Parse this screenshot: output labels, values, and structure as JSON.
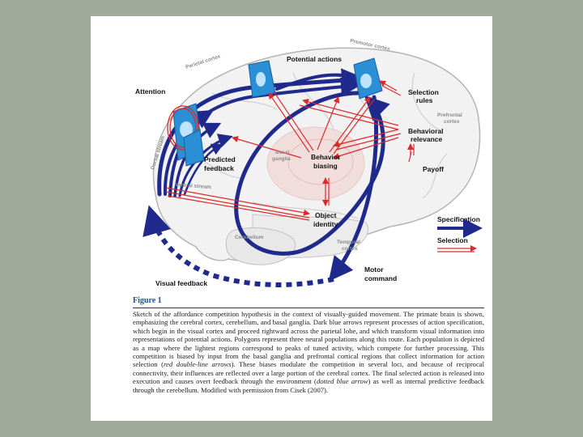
{
  "diagram": {
    "region_labels": {
      "parietal_cortex": "Parietal cortex",
      "premotor_cortex": "Premotor cortex",
      "prefrontal_cortex_1": "Prefrontal",
      "prefrontal_cortex_2": "cortex",
      "dorsal_stream": "Dorsal stream",
      "ventral_stream": "Ventral stream",
      "basal_ganglia_1": "Basal",
      "basal_ganglia_2": "ganglia",
      "cerebellum": "Cerebellum",
      "temporal_cortex_1": "Temporal",
      "temporal_cortex_2": "cortex"
    },
    "node_labels": {
      "attention": "Attention",
      "potential_actions": "Potential actions",
      "selection_rules_1": "Selection",
      "selection_rules_2": "rules",
      "behavioral_relevance_1": "Behavioral",
      "behavioral_relevance_2": "relevance",
      "payoff": "Payoff",
      "predicted_feedback_1": "Predicted",
      "predicted_feedback_2": "feedback",
      "behavior_biasing_1": "Behavior",
      "behavior_biasing_2": "biasing",
      "object_identity_1": "Object",
      "object_identity_2": "identity",
      "visual_feedback": "Visual feedback",
      "motor_command_1": "Motor",
      "motor_command_2": "command"
    },
    "legend": {
      "specification": "Specification",
      "selection": "Selection"
    },
    "colors": {
      "specification_arrow": "#1f2a8c",
      "selection_arrow": "#d92b2b",
      "brain_fill": "#f2f2f2",
      "basal_ganglia_fill": "#f1dedc",
      "population_fill": "#2b8fd6"
    }
  },
  "figure": {
    "title": "Figure 1",
    "caption": {
      "p1": "Sketch of the affordance competition hypothesis in the context of visually-guided movement. The primate brain is shown, emphasizing the cerebral cortex, cerebellum, and basal ganglia. Dark blue arrows represent processes of action specification, which begin in the visual cortex and proceed rightward across the parietal lobe, and which transform visual information into representations of potential actions. Polygons represent three neural populations along this route. Each population is depicted as a map where the lightest regions correspond to peaks of tuned activity, which compete for further processing. This competition is biased by input from the basal ganglia and prefrontal cortical regions that collect information for action selection (",
      "em1": "red double-line arrows",
      "p2": "). These biases modulate the competition in several loci, and because of reciprocal connectivity, their influences are reflected over a large portion of the cerebral cortex. The final selected action is released into execution and causes overt feedback through the environment (",
      "em2": "dotted blue arrow",
      "p3": ") as well as internal predictive feedback through the cerebellum. Modified with permission from Cisek (2007)."
    }
  }
}
